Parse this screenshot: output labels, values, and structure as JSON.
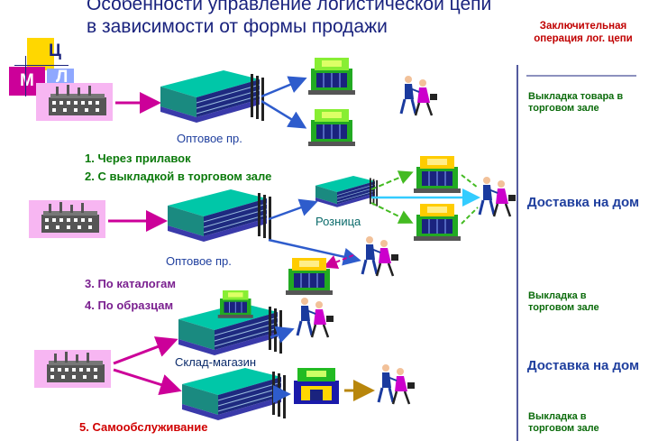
{
  "title": {
    "line1": "Особенности  управление логистической цепи",
    "line2": "в зависимости от формы продажи"
  },
  "logo": {
    "c1": "Ц",
    "c2": "М",
    "c3": "Л"
  },
  "labels": {
    "wholesale_top": "Оптовое пр.",
    "wholesale_mid": "Оптовое пр.",
    "retail": "Розница",
    "warehouse_store": "Склад-магазин"
  },
  "methods": {
    "m1": "1. Через прилавок",
    "m2": "2. С выкладкой в торговом зале",
    "m3": "3. По каталогам",
    "m4": "4. По образцам",
    "m5": "5. Самообслуживание"
  },
  "sidebar": {
    "header": "Заключительная операция лог. цепи",
    "item1": "Выкладка товара в торговом зале",
    "item2": "Доставка на дом",
    "item3": "Выкладка в торговом зале",
    "item4": "Доставка на дом",
    "item5": "Выкладка в торговом зале"
  },
  "colors": {
    "title": "#1a237e",
    "arrow_magenta": "#cc0099",
    "arrow_blue": "#2e5ccc",
    "arrow_cyan": "#33ccff",
    "arrow_green": "#44bb22",
    "sidebar_red": "#c00000",
    "sidebar_green": "#0b6b0b"
  }
}
